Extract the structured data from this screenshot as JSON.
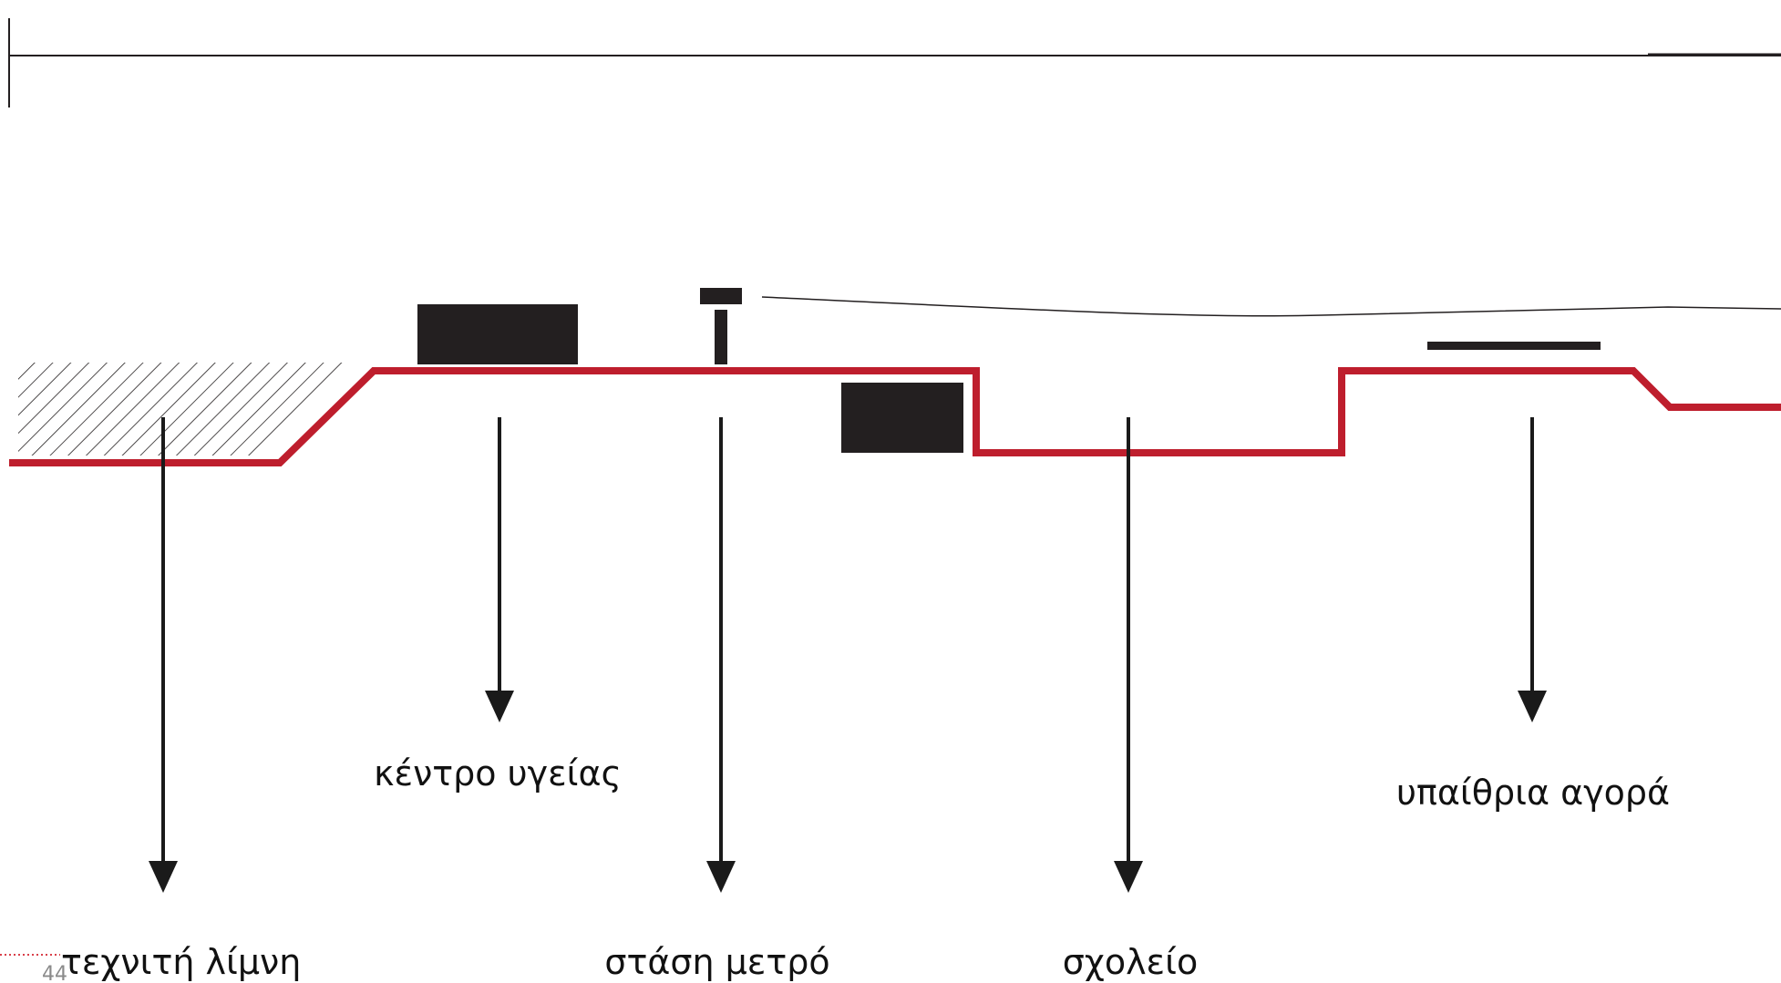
{
  "colors": {
    "ground": "#be1e2d",
    "ink": "#231f20",
    "arrow": "#1a1a1a",
    "page_dots": "#d9404a"
  },
  "labels": {
    "lake": "τεχνιτή λίμνη",
    "health_center": "κέντρο υγείας",
    "metro_stop": "στάση μετρό",
    "school": "σχολείο",
    "open_market": "υπαίθρια αγορά"
  },
  "page_number": "44"
}
